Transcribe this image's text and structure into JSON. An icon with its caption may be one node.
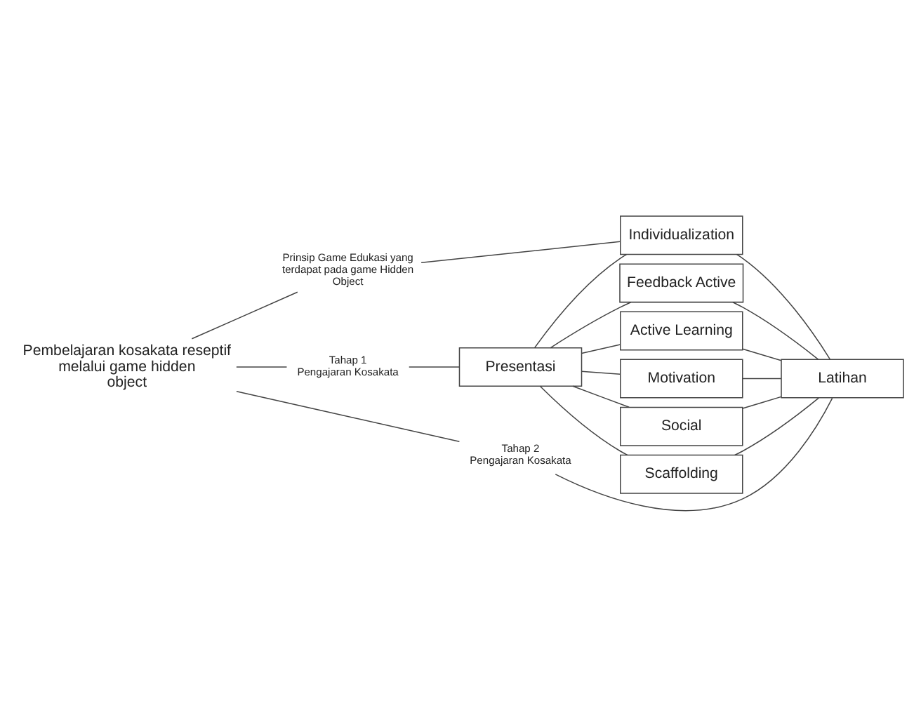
{
  "diagram": {
    "nodes": [
      {
        "text": [
          "Pembelajaran kosakata reseptif melalui game hidden object"
        ]
      },
      {
        "text": [
          "Tahap 1 Pengajaran Kosakata"
        ]
      },
      {
        "text": [
          "Prinsip Game Edukasi yang terdapat pada game Hidden Object"
        ]
      },
      {
        "text": [
          "Tahap 2 Pengajaran Kosakata"
        ]
      },
      {
        "text": [
          "Presentasi"
        ]
      },
      {
        "text": [
          "Individualization"
        ]
      },
      {
        "text": [
          "Feedback Active"
        ]
      },
      {
        "text": [
          "Active Learning"
        ]
      },
      {
        "text": [
          "Motivation"
        ]
      },
      {
        "text": [
          "Social"
        ]
      },
      {
        "text": [
          "Scaffolding"
        ]
      },
      {
        "text": [
          "Latihan"
        ]
      }
    ],
    "edges": [
      {
        "from": 0,
        "to": 1,
        "arrow": "none"
      },
      {
        "from": 0,
        "to": 2,
        "arrow": "none"
      },
      {
        "from": 0,
        "to": 3,
        "arrow": "none"
      },
      {
        "from": 1,
        "to": 4,
        "arrow": "none"
      },
      {
        "from": 2,
        "to": 5,
        "arrow": "none"
      },
      {
        "from": 3,
        "to": 11,
        "arrow": "none"
      },
      {
        "from": 4,
        "to": 5,
        "arrow": "none"
      },
      {
        "from": 4,
        "to": 6,
        "arrow": "none"
      },
      {
        "from": 4,
        "to": 7,
        "arrow": "none"
      },
      {
        "from": 4,
        "to": 8,
        "arrow": "none"
      },
      {
        "from": 4,
        "to": 9,
        "arrow": "none"
      },
      {
        "from": 4,
        "to": 10,
        "arrow": "none"
      },
      {
        "from": 5,
        "to": 11,
        "arrow": "none"
      },
      {
        "from": 6,
        "to": 11,
        "arrow": "none"
      },
      {
        "from": 7,
        "to": 11,
        "arrow": "none"
      },
      {
        "from": 8,
        "to": 11,
        "arrow": "none"
      },
      {
        "from": 9,
        "to": 11,
        "arrow": "none"
      },
      {
        "from": 10,
        "to": 11,
        "arrow": "none"
      }
    ]
  }
}
